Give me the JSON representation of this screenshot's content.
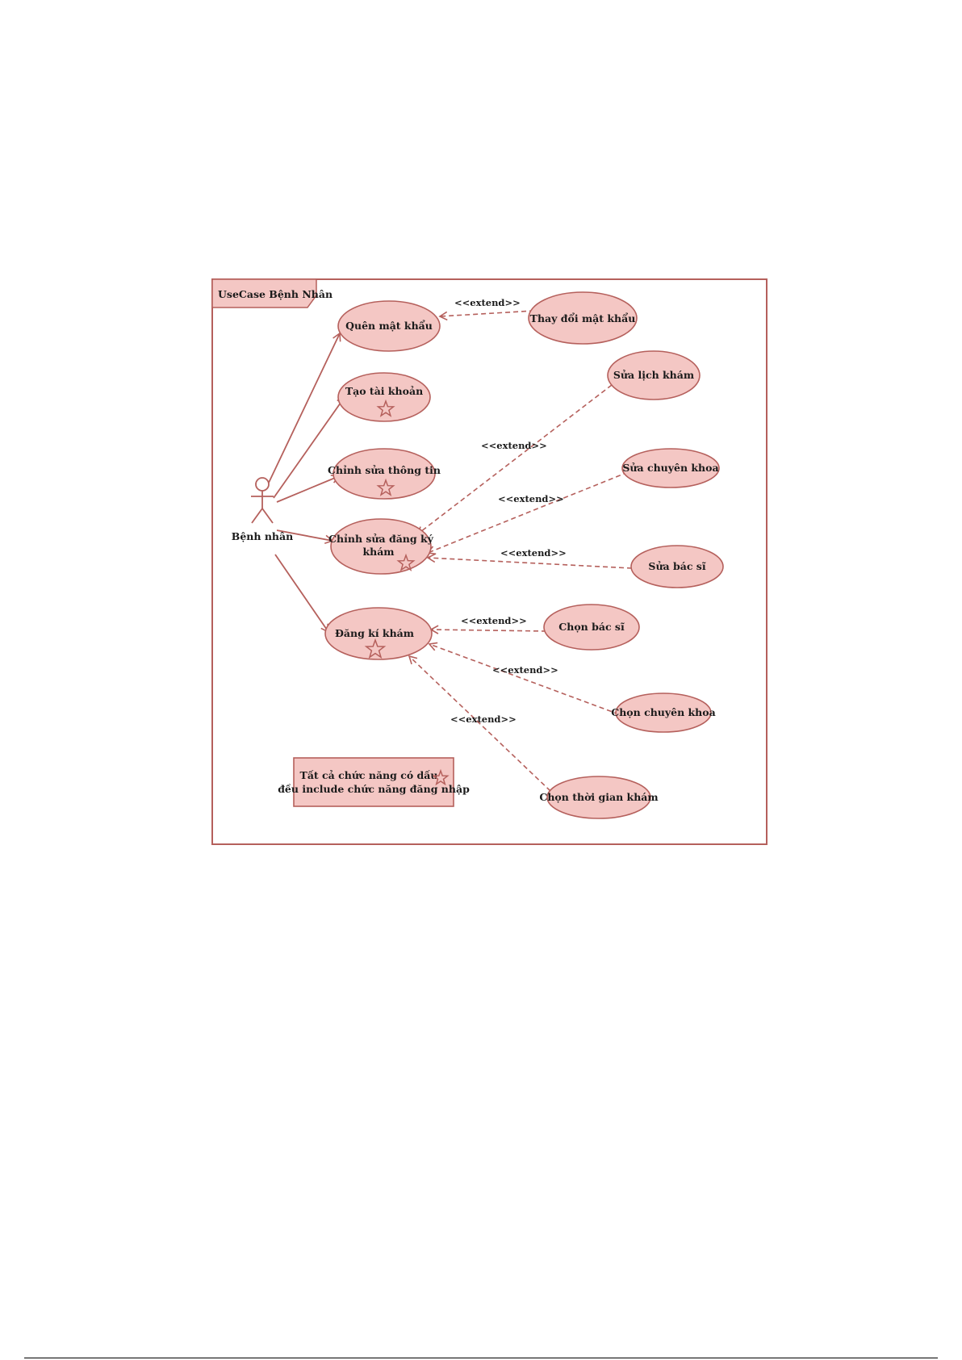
{
  "diagram": {
    "frame_title": "UseCase Bệnh Nhân",
    "actor": {
      "name": "Bệnh nhân"
    },
    "use_cases": {
      "quen_mat_khau": "Quên mật khẩu",
      "tao_tai_khoan": "Tạo tài khoản",
      "chinh_sua_thong_tin": "Chỉnh sửa thông tin",
      "chinh_sua_dang_ky_kham": [
        "Chỉnh sửa đăng ký",
        "khám"
      ],
      "dang_ki_kham": "Đăng kí  khám",
      "thay_doi_mat_khau": "Thay đổi mật khẩu",
      "sua_lich_kham": "Sửa lịch khám",
      "sua_chuyen_khoa": "Sửa chuyên khoa",
      "sua_bac_si": "Sửa bác sĩ",
      "chon_bac_si": "Chọn bác sĩ",
      "chon_chuyen_khoa": "Chọn chuyên khoa",
      "chon_thoi_gian_kham": "Chọn thời gian khám"
    },
    "extend_label": "<<extend>>",
    "note": {
      "line1": "Tất cả chức năng có dấu",
      "line2": "đều include chức năng đăng nhập"
    },
    "colors": {
      "fill": "#f4c7c4",
      "stroke": "#b5605c",
      "text": "#1a1a1a"
    }
  }
}
